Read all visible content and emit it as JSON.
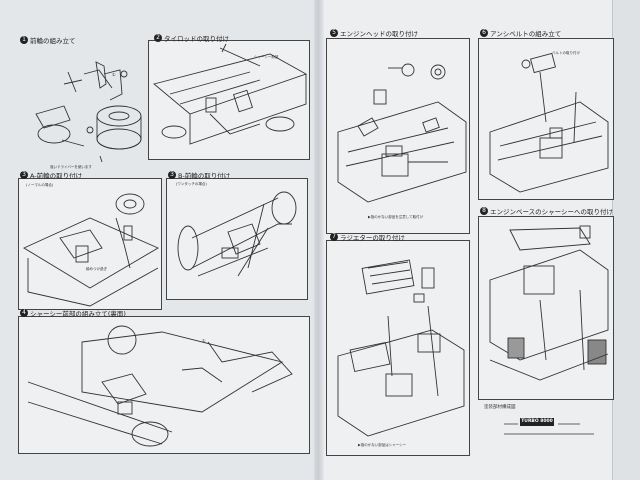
{
  "steps": [
    {
      "num": "1",
      "title": "前輪の組み立て"
    },
    {
      "num": "2",
      "title": "タイロッドの取り付け"
    },
    {
      "num": "3",
      "title": "A-前輪の取り付け"
    },
    {
      "num": "3",
      "title": "B-前輪の取り付け"
    },
    {
      "num": "4",
      "title": "シャーシー前部の組み立て(裏面)"
    },
    {
      "num": "5",
      "title": "エンジンヘッドの取り付け"
    },
    {
      "num": "6",
      "title": "アンシベルトの組み立て"
    },
    {
      "num": "7",
      "title": "ラジエターの取り付け"
    },
    {
      "num": "8",
      "title": "エンジンベースのシャーシーへの取り付け"
    }
  ],
  "notes": {
    "step3a": "(ノーマルの場合)",
    "step3b": "(ワンタッチの場合)",
    "legend_title": "塗装部材構成図",
    "badge": "TURBO 8000"
  }
}
